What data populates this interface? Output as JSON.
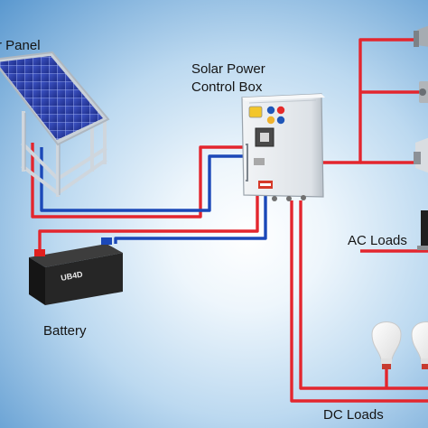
{
  "labels": {
    "solar_panel": "r Panel",
    "control_box_line1": "Solar Power",
    "control_box_line2": "Control Box",
    "battery": "Battery",
    "ac_loads": "AC Loads",
    "dc_loads": "DC Loads",
    "battery_brand": "UB4D"
  },
  "colors": {
    "positive_wire": "#e3262e",
    "negative_wire": "#1b48b8",
    "panel_cells": "#2b3ea8",
    "background_edge": "#5a98cf"
  }
}
